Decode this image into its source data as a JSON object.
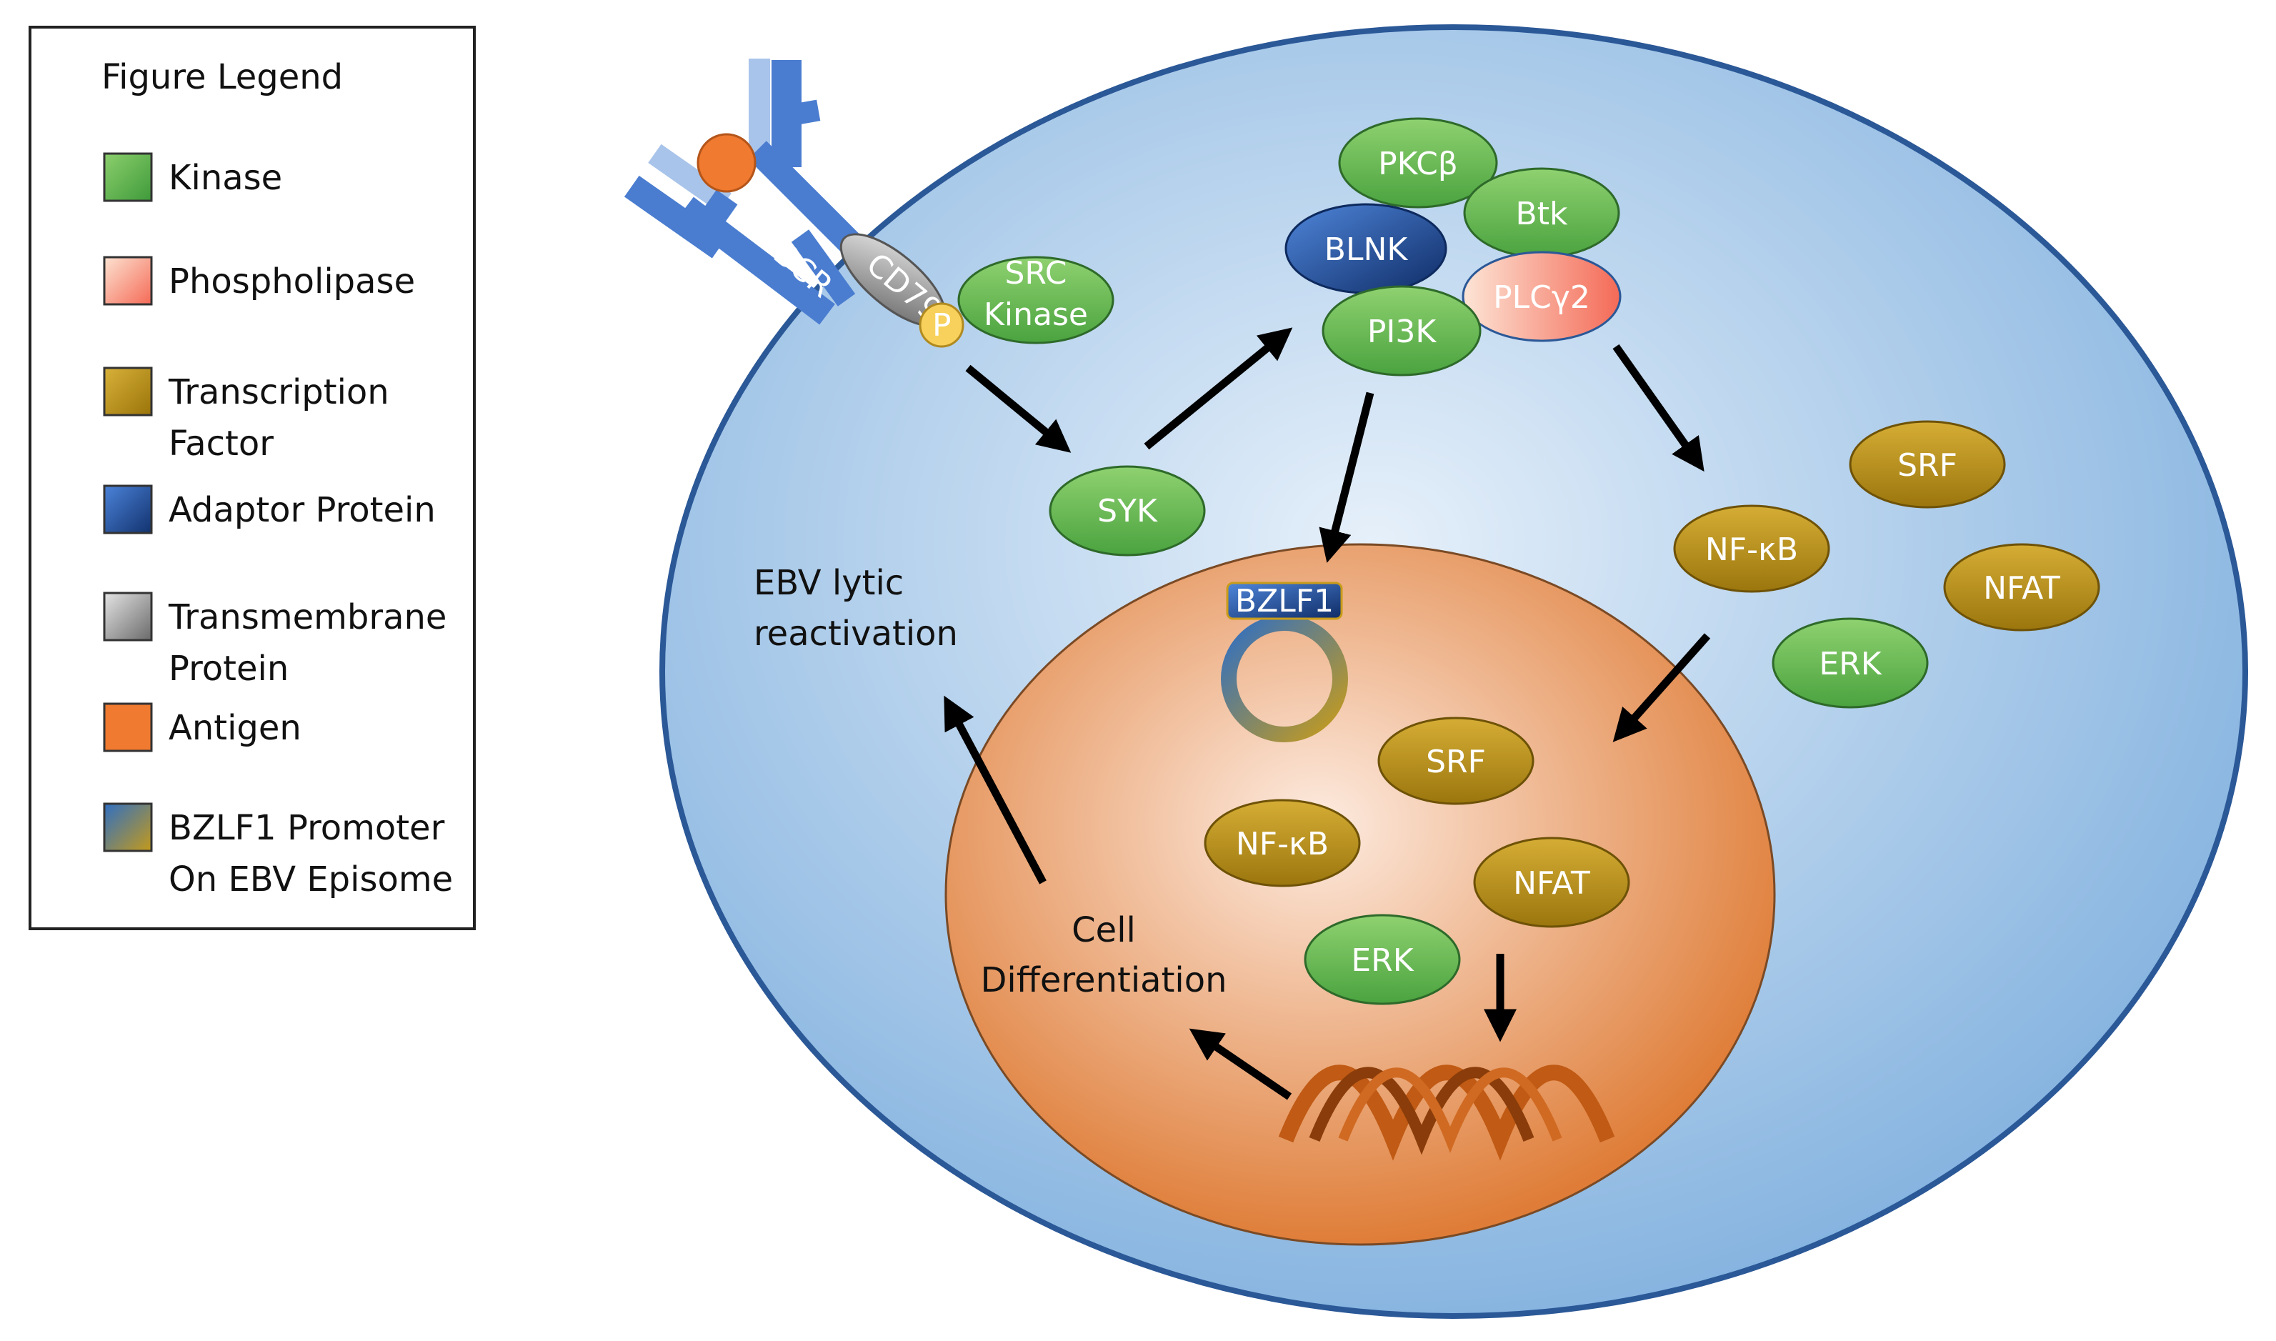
{
  "legend": {
    "title": "Figure Legend",
    "items": [
      {
        "key": "kinase",
        "label": [
          "Kinase"
        ],
        "color_from": "#8ccf6d",
        "color_to": "#3f9a3a"
      },
      {
        "key": "phospholipase",
        "label": [
          "Phospholipase"
        ],
        "color_from": "#fde3d2",
        "color_to": "#f46a56"
      },
      {
        "key": "transcription-factor",
        "label": [
          "Transcription",
          "Factor"
        ],
        "color_from": "#d8b13a",
        "color_to": "#9a7409"
      },
      {
        "key": "adaptor-protein",
        "label": [
          "Adaptor Protein"
        ],
        "color_from": "#4b83d9",
        "color_to": "#12326e"
      },
      {
        "key": "transmembrane-protein",
        "label": [
          "Transmembrane",
          "Protein"
        ],
        "color_from": "#e4e4e4",
        "color_to": "#6a6a6a"
      },
      {
        "key": "antigen",
        "label": [
          "Antigen"
        ],
        "color_from": "#f07a2f",
        "color_to": "#f07a2f"
      },
      {
        "key": "bzlf1-promoter",
        "label": [
          "BZLF1 Promoter",
          "On EBV Episome"
        ],
        "color_from": "#2f6fc3",
        "color_to": "#c49a1a"
      }
    ]
  },
  "receptor": {
    "bcr_label": "BCR",
    "cd79_label": "CD79",
    "p_label": "P"
  },
  "proteins": {
    "src_kinase": [
      "SRC",
      "Kinase"
    ],
    "syk": "SYK",
    "pkcb": "PKCβ",
    "btk": "Btk",
    "blnk": "BLNK",
    "plcg2": "PLCγ2",
    "pi3k": "PI3K",
    "srf_cyto": "SRF",
    "nfkb_cyto": "NF-κB",
    "nfat_cyto": "NFAT",
    "erk_cyto": "ERK",
    "bzlf1": "BZLF1",
    "srf_nuc": "SRF",
    "nfkb_nuc": "NF-κB",
    "nfat_nuc": "NFAT",
    "erk_nuc": "ERK"
  },
  "annotations": {
    "ebv_lytic": [
      "EBV lytic",
      "reactivation"
    ],
    "cell_diff": [
      "Cell",
      "Differentiation"
    ]
  },
  "colors": {
    "cell_fill_center": "#e3eef9",
    "cell_fill_edge": "#86b4e0",
    "cell_border": "#2b5897",
    "nucleus_center": "#fde8da",
    "nucleus_edge": "#e07f3a",
    "dna": "#c05a14"
  }
}
